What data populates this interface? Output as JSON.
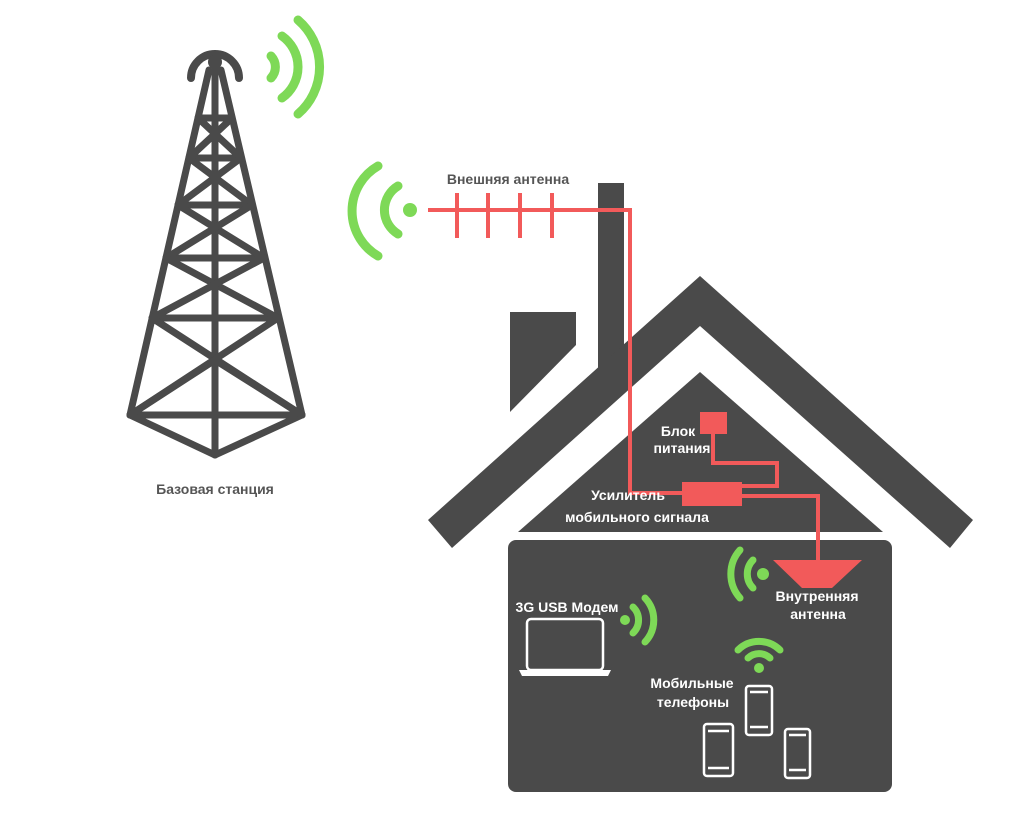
{
  "labels": {
    "base_station": "Базовая станция",
    "outdoor_antenna": "Внешняя антенна",
    "power_supply_line1": "Блок",
    "power_supply_line2": "питания",
    "amplifier_line1": "Усилитель",
    "amplifier_line2": "мобильного сигнала",
    "indoor_antenna_line1": "Внутренняя",
    "indoor_antenna_line2": "антенна",
    "modem": "3G USB Модем",
    "phones_line1": "Мобильные",
    "phones_line2": "телефоны"
  },
  "colors": {
    "structure": "#4a4a4a",
    "cable": "#f25a5a",
    "signal": "#7ed957",
    "label_dark": "#555555",
    "label_light": "#ffffff"
  },
  "icons": [
    "tower-icon",
    "signal-waves-icon",
    "yagi-antenna-icon",
    "house-icon",
    "amplifier-icon",
    "power-supply-icon",
    "indoor-antenna-icon",
    "laptop-icon",
    "wifi-icon",
    "phone-icon"
  ]
}
